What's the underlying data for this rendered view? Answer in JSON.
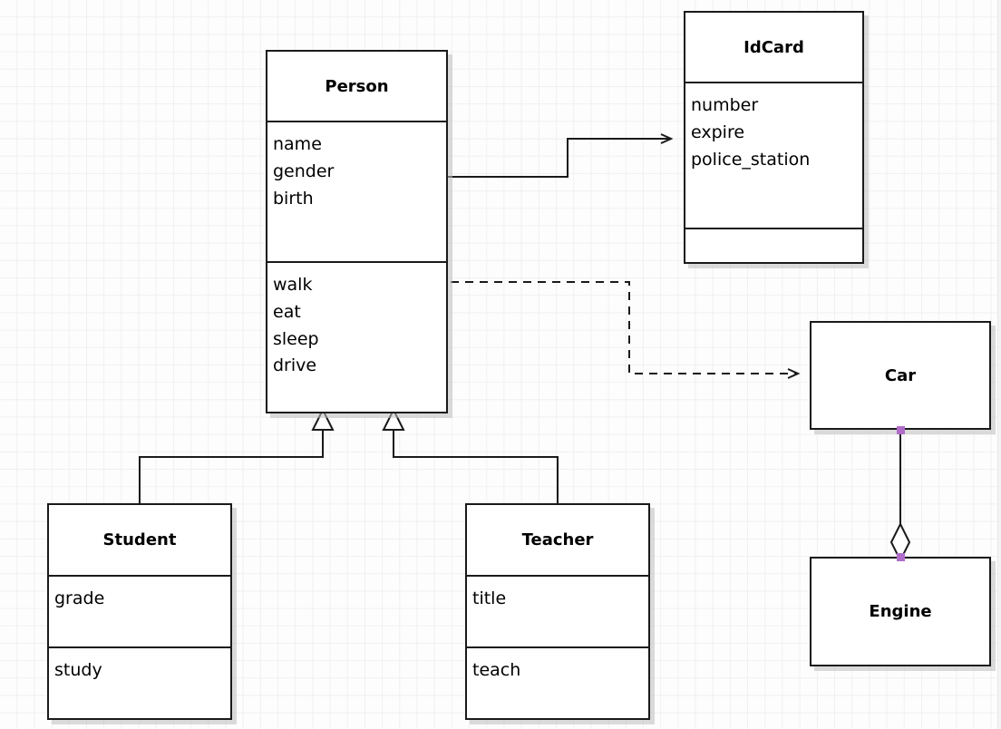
{
  "diagram": {
    "type": "uml-class-diagram",
    "background": "#fdfdfd",
    "grid_color": "#f0f0f0",
    "line_color": "#1a1a1a",
    "endpoint_color": "#b06cc8"
  },
  "classes": {
    "person": {
      "name": "Person",
      "attributes": [
        "name",
        "gender",
        "birth"
      ],
      "methods": [
        "walk",
        "eat",
        "sleep",
        "drive"
      ]
    },
    "idcard": {
      "name": "IdCard",
      "attributes": [
        "number",
        "expire",
        "police_station"
      ],
      "methods": []
    },
    "student": {
      "name": "Student",
      "attributes": [
        "grade"
      ],
      "methods": [
        "study"
      ]
    },
    "teacher": {
      "name": "Teacher",
      "attributes": [
        "title"
      ],
      "methods": [
        "teach"
      ]
    },
    "car": {
      "name": "Car",
      "attributes": [],
      "methods": []
    },
    "engine": {
      "name": "Engine",
      "attributes": [],
      "methods": []
    }
  },
  "relationships": [
    {
      "id": "person-idcard",
      "kind": "association",
      "from": "Person",
      "to": "IdCard",
      "style": "solid",
      "arrowhead": "open"
    },
    {
      "id": "person-car",
      "kind": "dependency",
      "from": "Person",
      "to": "Car",
      "style": "dashed",
      "arrowhead": "open"
    },
    {
      "id": "student-person",
      "kind": "generalization",
      "from": "Student",
      "to": "Person",
      "style": "solid",
      "arrowhead": "hollow-triangle"
    },
    {
      "id": "teacher-person",
      "kind": "generalization",
      "from": "Teacher",
      "to": "Person",
      "style": "solid",
      "arrowhead": "hollow-triangle"
    },
    {
      "id": "car-engine",
      "kind": "aggregation",
      "from": "Car",
      "to": "Engine",
      "style": "solid",
      "arrowhead": "hollow-diamond"
    }
  ]
}
